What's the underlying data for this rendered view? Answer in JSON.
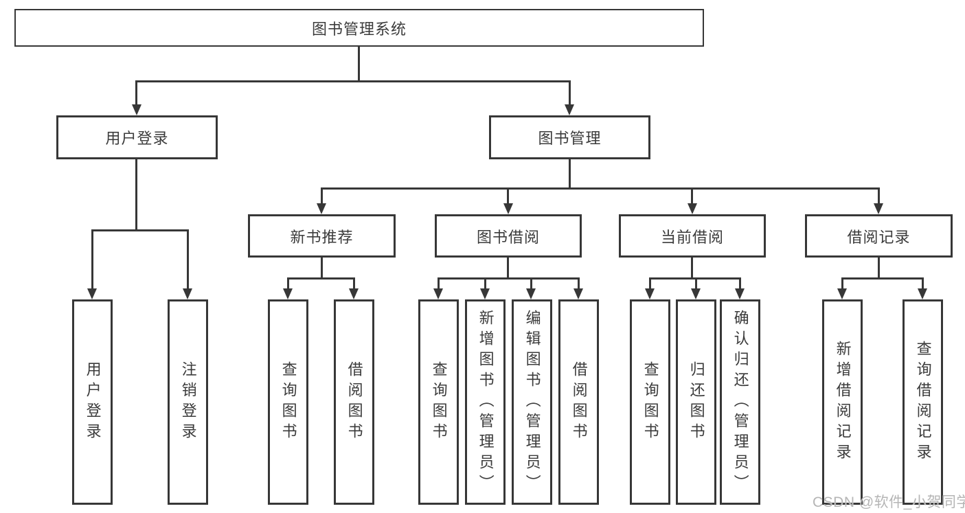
{
  "tree": {
    "root": {
      "label": "图书管理系统"
    },
    "branches": [
      {
        "label": "用户登录",
        "leaves": [
          {
            "label": "用户登录"
          },
          {
            "label": "注销登录"
          }
        ]
      },
      {
        "label": "图书管理",
        "groups": [
          {
            "label": "新书推荐",
            "leaves": [
              {
                "label": "查询图书"
              },
              {
                "label": "借阅图书"
              }
            ]
          },
          {
            "label": "图书借阅",
            "leaves": [
              {
                "label": "查询图书"
              },
              {
                "label": "新增图书（管理员）"
              },
              {
                "label": "编辑图书（管理员）"
              },
              {
                "label": "借阅图书"
              }
            ]
          },
          {
            "label": "当前借阅",
            "leaves": [
              {
                "label": "查询图书"
              },
              {
                "label": "归还图书"
              },
              {
                "label": "确认归还（管理员）"
              }
            ]
          },
          {
            "label": "借阅记录",
            "leaves": [
              {
                "label": "新增借阅记录"
              },
              {
                "label": "查询借阅记录"
              }
            ]
          }
        ]
      }
    ]
  },
  "watermark": {
    "text": "CSDN @软件_小贺同学"
  },
  "colors": {
    "line": "#373737",
    "text": "#3b3b3b",
    "watermark": "#b5b5b5",
    "background": "#ffffff"
  }
}
